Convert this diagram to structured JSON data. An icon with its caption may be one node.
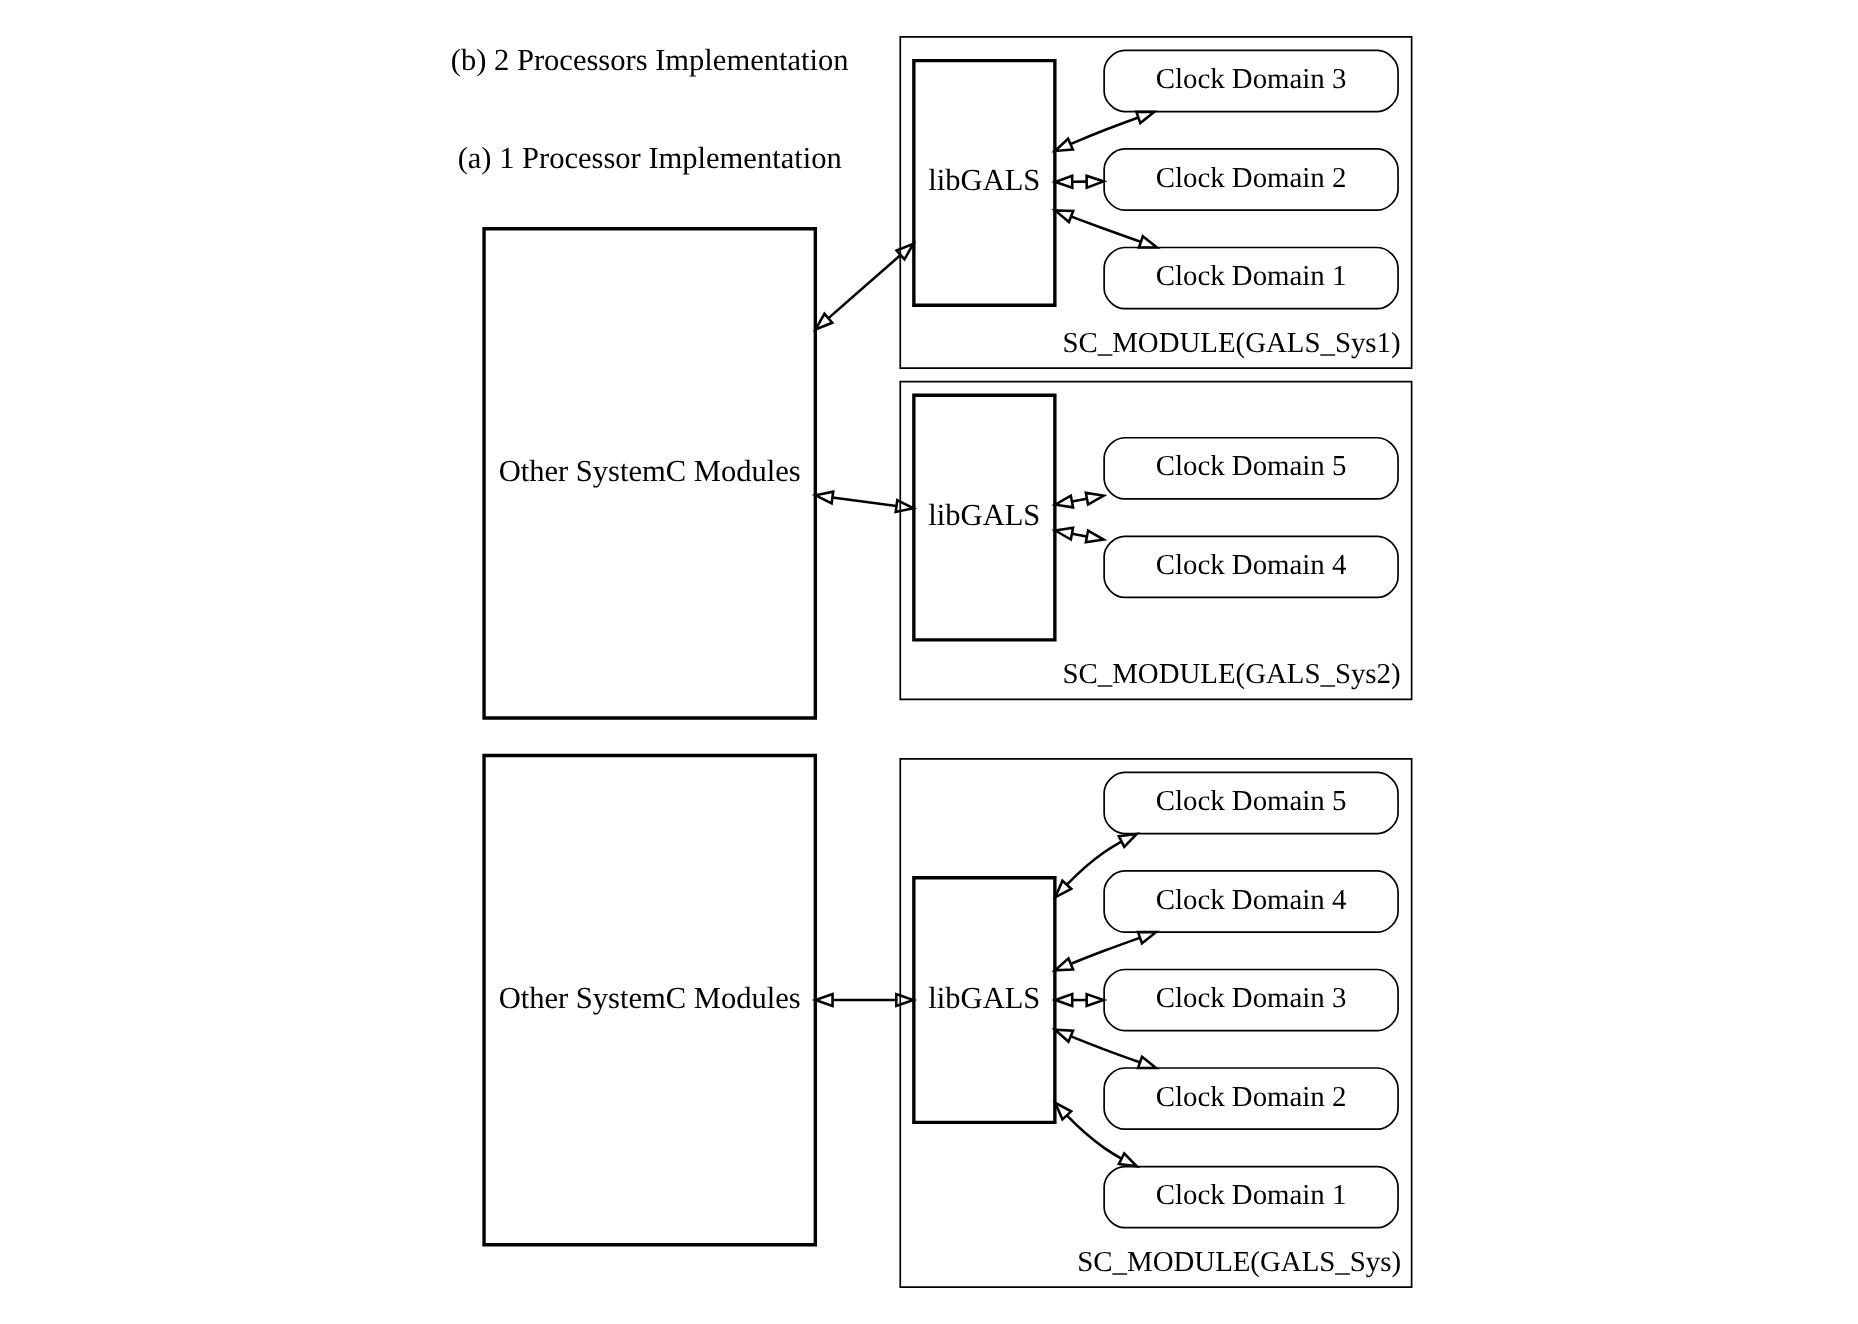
{
  "diagram": {
    "nodes": [
      {
        "text": [
          "Other SystemC Modules"
        ]
      },
      {
        "text": [
          "SC_MODULE(GALS_Sys)"
        ]
      },
      {
        "text": [
          "libGALS"
        ],
        "in": 1
      },
      {
        "text": [
          "Clock Domain 1"
        ],
        "in": 1
      },
      {
        "text": [
          "Clock Domain 2"
        ],
        "in": 1
      },
      {
        "text": [
          "Clock Domain 3"
        ],
        "in": 1
      },
      {
        "text": [
          "Clock Domain 4"
        ],
        "in": 1
      },
      {
        "text": [
          "Clock Domain 5"
        ],
        "in": 1
      },
      {
        "text": [
          "Other SystemC Modules"
        ]
      },
      {
        "text": [
          "SC_MODULE(GALS_Sys1)"
        ]
      },
      {
        "text": [
          "libGALS"
        ],
        "in": 9
      },
      {
        "text": [
          "Clock Domain 1"
        ],
        "in": 9
      },
      {
        "text": [
          "Clock Domain 2"
        ],
        "in": 9
      },
      {
        "text": [
          "Clock Domain 3"
        ],
        "in": 9
      },
      {
        "text": [
          "SC_MODULE(GALS_Sys2)"
        ]
      },
      {
        "text": [
          "libGALS"
        ],
        "in": 14
      },
      {
        "text": [
          "Clock Domain 4"
        ],
        "in": 14
      },
      {
        "text": [
          "Clock Domain 5"
        ],
        "in": 14
      }
    ],
    "edges": [
      {
        "from": 0,
        "to": 2,
        "arrow": "both"
      },
      {
        "from": 2,
        "to": 3,
        "arrow": "both"
      },
      {
        "from": 2,
        "to": 4,
        "arrow": "both"
      },
      {
        "from": 2,
        "to": 5,
        "arrow": "both"
      },
      {
        "from": 2,
        "to": 6,
        "arrow": "both"
      },
      {
        "from": 2,
        "to": 7,
        "arrow": "both"
      },
      {
        "from": 8,
        "to": 10,
        "arrow": "both"
      },
      {
        "from": 8,
        "to": 15,
        "arrow": "both"
      },
      {
        "from": 10,
        "to": 11,
        "arrow": "both"
      },
      {
        "from": 10,
        "to": 12,
        "arrow": "both"
      },
      {
        "from": 10,
        "to": 13,
        "arrow": "both"
      },
      {
        "from": 15,
        "to": 16,
        "arrow": "both"
      },
      {
        "from": 15,
        "to": 17,
        "arrow": "both"
      }
    ],
    "labels": [
      "(a) 1 Processor Implementation",
      "(b) 2 Processors Implementation"
    ]
  }
}
